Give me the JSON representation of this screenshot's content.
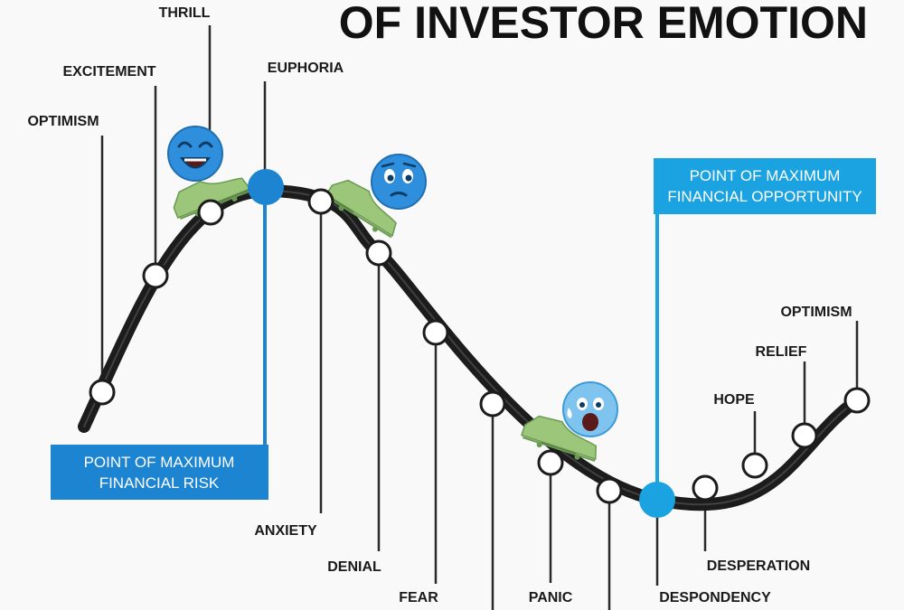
{
  "title": "OF INVESTOR EMOTION",
  "stages": [
    {
      "id": "optimism-start",
      "label": "OPTIMISM"
    },
    {
      "id": "excitement",
      "label": "EXCITEMENT"
    },
    {
      "id": "thrill",
      "label": "THRILL"
    },
    {
      "id": "euphoria",
      "label": "EUPHORIA"
    },
    {
      "id": "anxiety",
      "label": "ANXIETY"
    },
    {
      "id": "denial",
      "label": "DENIAL"
    },
    {
      "id": "fear",
      "label": "FEAR"
    },
    {
      "id": "desperation-unlabeled",
      "label": ""
    },
    {
      "id": "panic",
      "label": "PANIC"
    },
    {
      "id": "capitulation-unlabeled",
      "label": ""
    },
    {
      "id": "despondency",
      "label": "DESPONDENCY"
    },
    {
      "id": "desperation",
      "label": "DESPERATION"
    },
    {
      "id": "hope",
      "label": "HOPE"
    },
    {
      "id": "relief",
      "label": "RELIEF"
    },
    {
      "id": "optimism-end",
      "label": "OPTIMISM"
    }
  ],
  "callouts": {
    "risk": {
      "line1": "POINT OF MAXIMUM",
      "line2": "FINANCIAL RISK"
    },
    "opportunity": {
      "line1": "POINT OF MAXIMUM",
      "line2": "FINANCIAL OPPORTUNITY"
    }
  },
  "colors": {
    "curve": "#1c1c1c",
    "risk_blue": "#1c84d0",
    "opportunity_blue": "#1aa3e0",
    "emoji_blue": "#2f8fdc",
    "cart_green": "#9cc77b"
  },
  "icons": {
    "emoji_happy": "laughing-face-icon",
    "emoji_worried": "worried-face-icon",
    "emoji_scared": "scared-face-icon",
    "cart": "roller-coaster-car-icon"
  }
}
